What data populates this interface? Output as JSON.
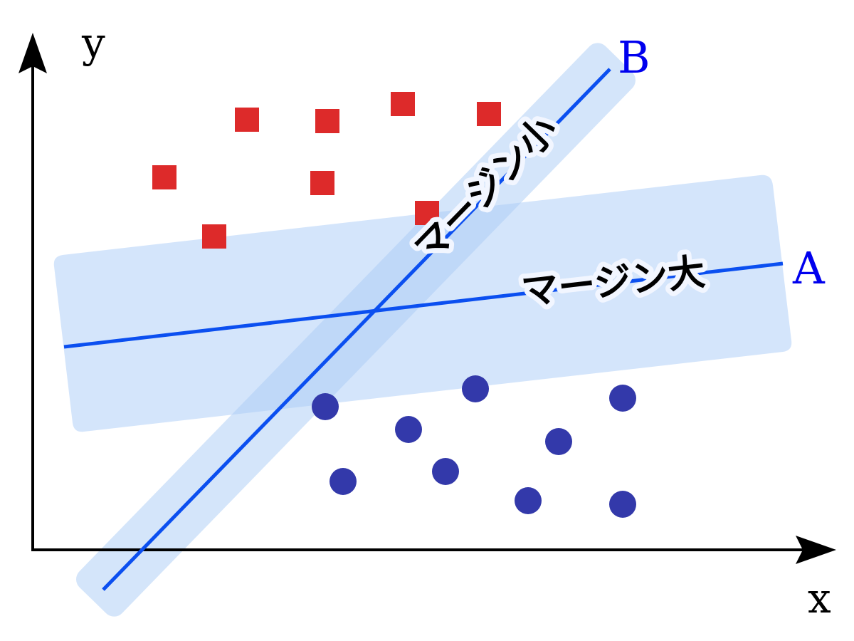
{
  "axes": {
    "x_label": "x",
    "y_label": "y"
  },
  "lines": {
    "a": {
      "label": "A",
      "margin_label": "マージン大"
    },
    "b": {
      "label": "B",
      "margin_label": "マージン小"
    }
  },
  "colors": {
    "class_square": "#dd2a2a",
    "class_circle": "#3339aa",
    "line": "#0b4ff0",
    "margin_band": "#cfe2fb",
    "label": "#0000ee"
  },
  "classes": {
    "squares_count": 8,
    "circles_count": 9
  }
}
